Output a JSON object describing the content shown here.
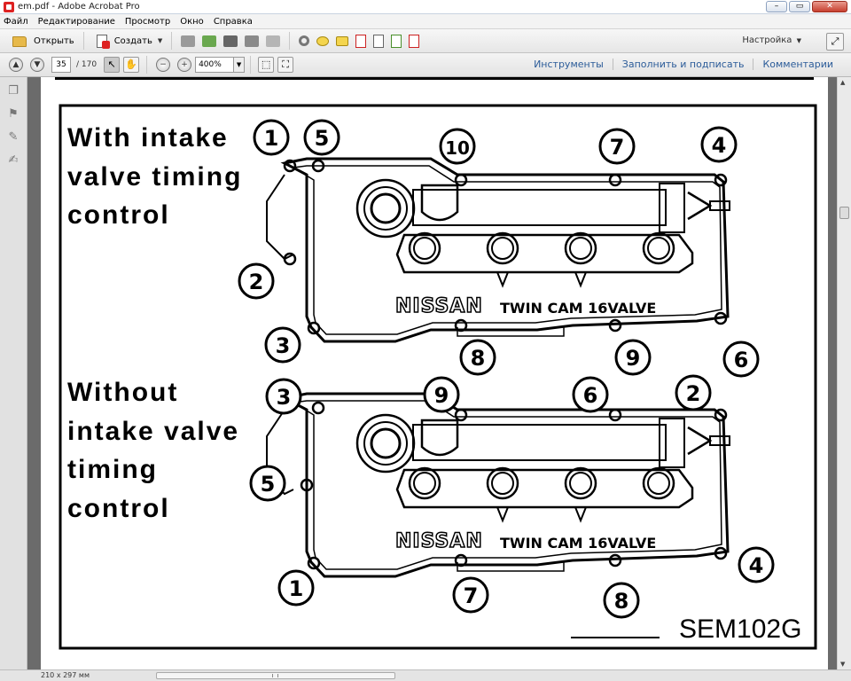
{
  "window": {
    "title": "em.pdf - Adobe Acrobat Pro"
  },
  "menu": [
    "Файл",
    "Редактирование",
    "Просмотр",
    "Окно",
    "Справка"
  ],
  "toolbar": {
    "open_label": "Открыть",
    "create_label": "Создать",
    "settings_label": "Настройка"
  },
  "nav": {
    "current_page": "35",
    "total_pages": "/ 170",
    "zoom": "400%"
  },
  "panels": {
    "tools": "Инструменты",
    "fill_sign": "Заполнить и подписать",
    "comments": "Комментарии"
  },
  "status": {
    "page_size": "210 x 297 мм"
  },
  "figure": {
    "heading_top": [
      "With intake",
      "valve timing",
      "control"
    ],
    "heading_bottom": [
      "Without",
      "intake valve",
      "timing",
      "control"
    ],
    "brand": "NISSAN",
    "engine_label": "TWIN CAM 16VALVE",
    "code": "SEM102G",
    "top_numbers": [
      "1",
      "5",
      "10",
      "7",
      "4",
      "2",
      "3",
      "8",
      "9",
      "6"
    ],
    "bottom_numbers": [
      "3",
      "9",
      "6",
      "2",
      "5",
      "1",
      "7",
      "8",
      "4"
    ]
  },
  "colors": {
    "link": "#2c5c99",
    "window_bg": "#6b6b6b",
    "close": "#c7402f"
  }
}
